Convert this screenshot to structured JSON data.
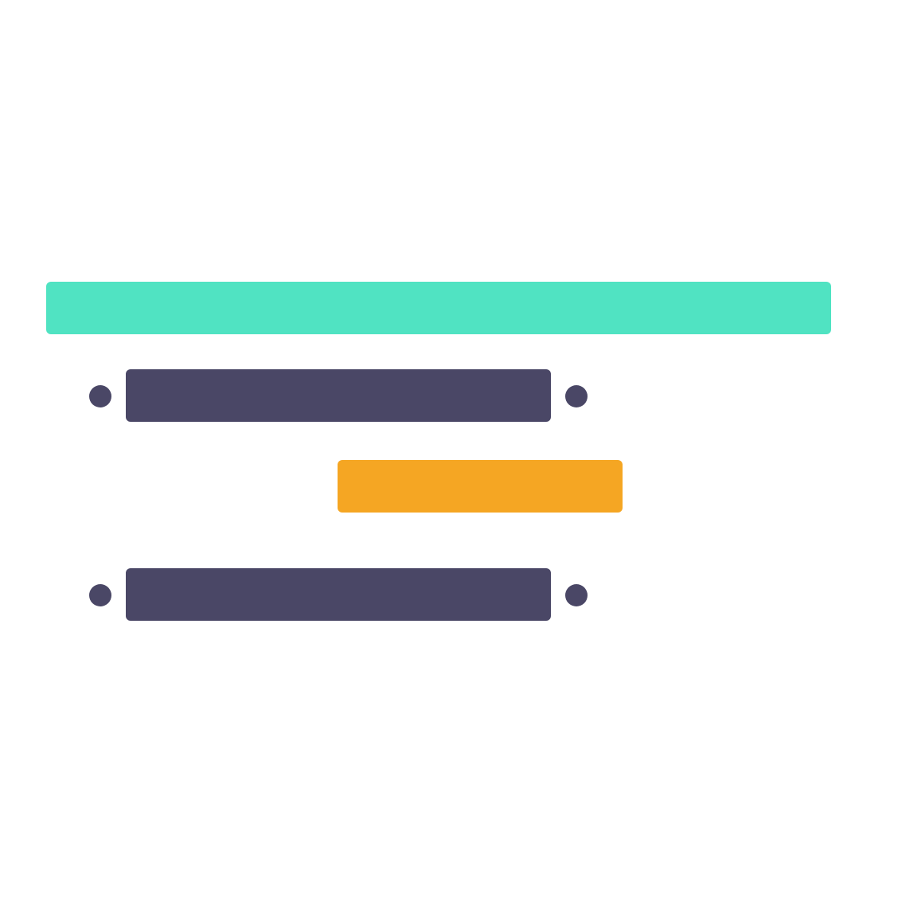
{
  "colors": {
    "background": "#ffffff",
    "header": "#50e3c2",
    "item": "#4a4766",
    "accent": "#f5a623"
  },
  "elements": {
    "header_bar": "header",
    "rows": [
      {
        "bar": "item",
        "bullets": "item"
      },
      {
        "bar": "accent"
      },
      {
        "bar": "item",
        "bullets": "item"
      }
    ]
  }
}
